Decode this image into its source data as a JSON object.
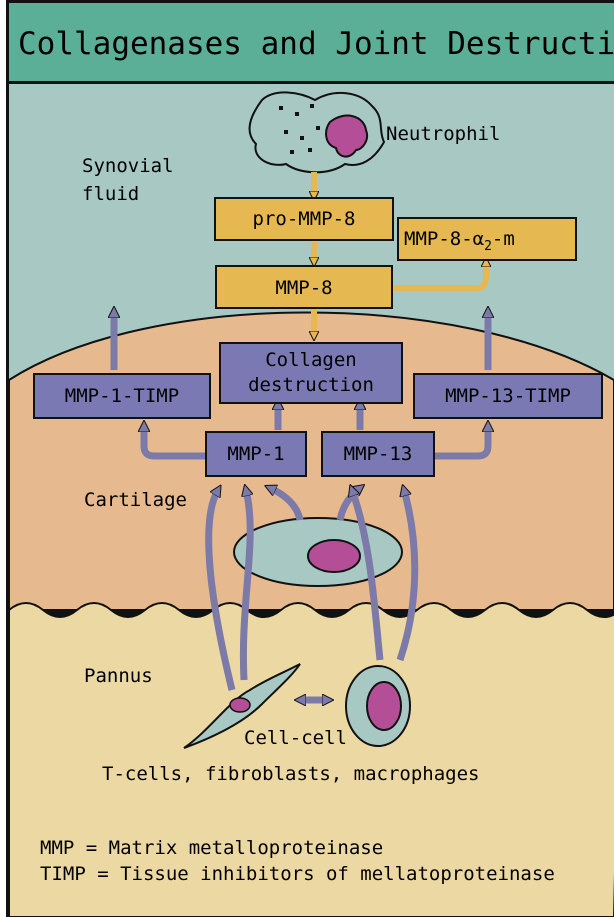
{
  "title": "Collagenases and Joint Destruction",
  "labels": {
    "neutrophil": "Neutrophil",
    "synovial": "Synovial",
    "fluid": "fluid",
    "cartilage": "Cartilage",
    "pannus": "Pannus",
    "cell_cell": "Cell-cell",
    "cell_types": "T-cells, fibroblasts, macrophages"
  },
  "boxes": {
    "pro_mmp8": "pro-MMP-8",
    "mmp8_alpha2m_prefix": "MMP-8-α",
    "mmp8_alpha2m_sub": "2",
    "mmp8_alpha2m_suffix": "-m",
    "mmp8": "MMP-8",
    "collagen_line1": "Collagen",
    "collagen_line2": "destruction",
    "mmp1_timp": "MMP-1-TIMP",
    "mmp13_timp": "MMP-13-TIMP",
    "mmp1": "MMP-1",
    "mmp13": "MMP-13"
  },
  "legend": {
    "mmp": "MMP = Matrix metalloproteinase",
    "timp": "TIMP = Tissue inhibitors of mellatoproteinase"
  },
  "colors": {
    "title_band": "#5aaf96",
    "synovial_fluid": "#a8c8c4",
    "cartilage": "#e6b98e",
    "pannus": "#ecd8a2",
    "yellow_box": "#e6b851",
    "blue_box": "#7b79b3",
    "cell_body": "#a8c8c4",
    "nucleus": "#b44f97",
    "arrow": "#7c7aa8",
    "outline": "#111111"
  }
}
